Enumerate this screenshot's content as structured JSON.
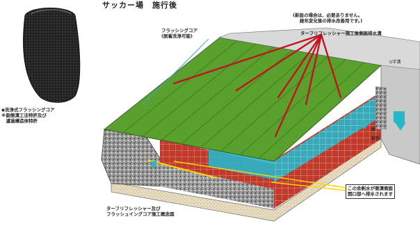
{
  "title": "サッカー場　施行後",
  "core_label": [
    "フラッシングコア",
    "(脱着洗浄可能)"
  ],
  "product_caption": [
    "◆洗浄式フラッシングコア",
    "※副側溝工法特許及び",
    "　濾過構造体特許"
  ],
  "note_lines": [
    "(新設の場合は、必要ありません。",
    "経年変化後の排水改善用です。)"
  ],
  "drain_label": "ターフリフレッシャー施工後側面排水溝",
  "u_trench_label": "U字溝",
  "sand_label": "砂",
  "gravel_label": "砂利",
  "callout_lines": [
    "この余剰水が側溝側面",
    "開口部へ排水されます"
  ],
  "diagram_caption": [
    "ターフリフレッシャー及び",
    "フラッシュイングコア施工概念図"
  ],
  "colors": {
    "turf": "#5aa02c",
    "turf_stripe": "#3f7f1f",
    "clay": "#c0392b",
    "water": "#29b6c8",
    "rod": "#c0151f",
    "yellow_line": "#ffd400",
    "gravel": "#777777",
    "concrete": "#d9d9d9"
  }
}
